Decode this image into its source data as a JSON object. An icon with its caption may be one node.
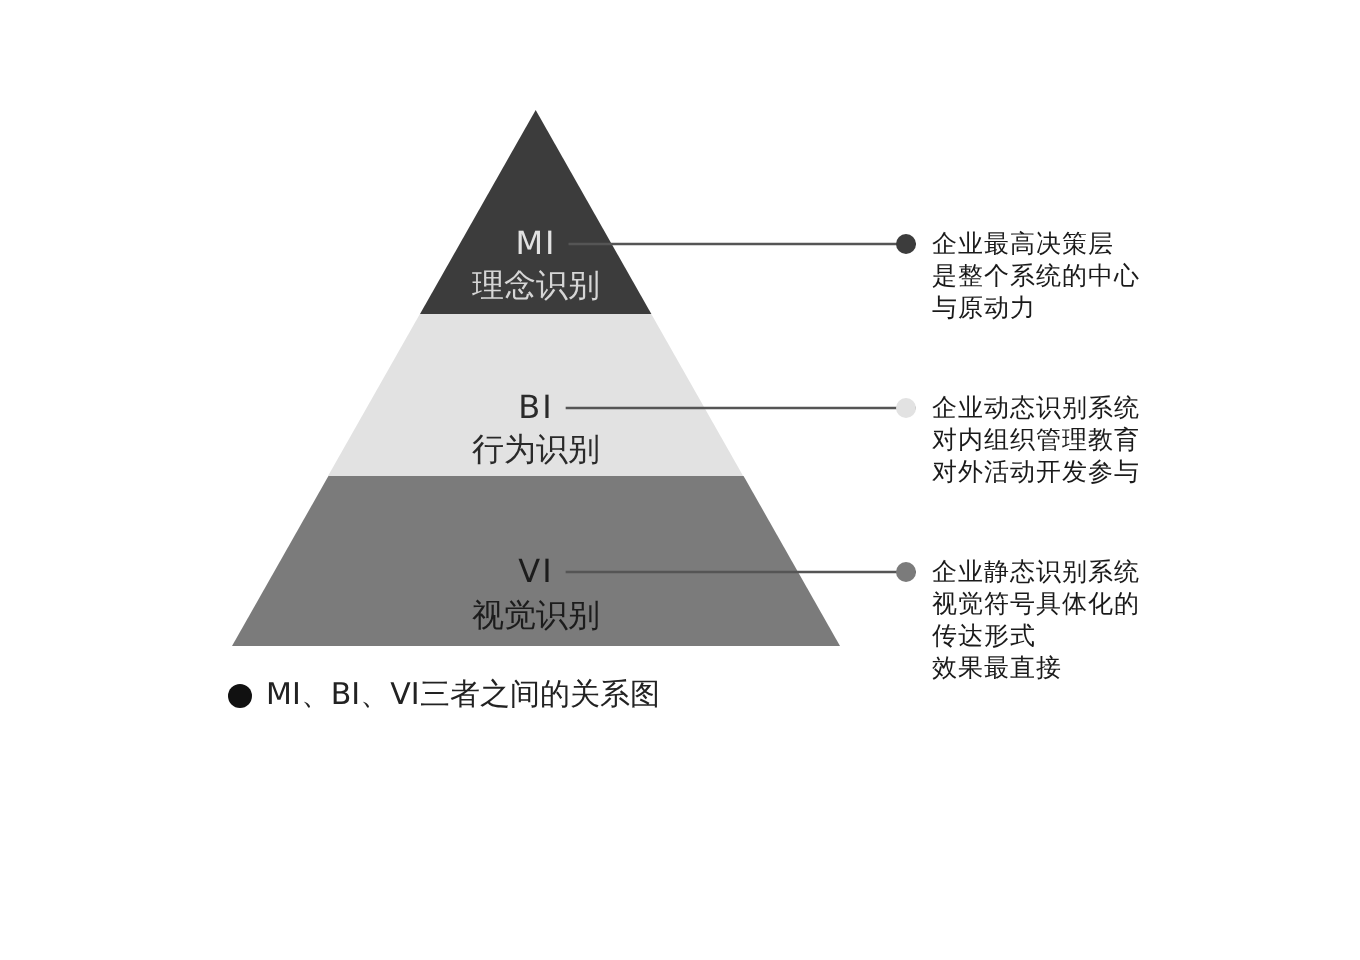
{
  "diagram": {
    "nodes": [
      {
        "text": [
          "MI",
          "理念识别"
        ]
      },
      {
        "text": [
          "企业最高决策层是整个系统的中心与原动力"
        ]
      },
      {
        "text": [
          "BI",
          "行为识别"
        ]
      },
      {
        "text": [
          "企业动态识别系统对内组织管理教育对外活动开发参与"
        ]
      },
      {
        "text": [
          "VI",
          "视觉识别"
        ]
      },
      {
        "text": [
          "企业静态识别系统视觉符号具体化的传达形式效果最直接"
        ]
      }
    ],
    "edges": [
      {
        "from": 0,
        "to": 1,
        "arrow": "other"
      },
      {
        "from": 2,
        "to": 3,
        "arrow": "other"
      },
      {
        "from": 4,
        "to": 5,
        "arrow": "other"
      }
    ],
    "caption": "MI、BI、VI三者之间的关系图"
  }
}
